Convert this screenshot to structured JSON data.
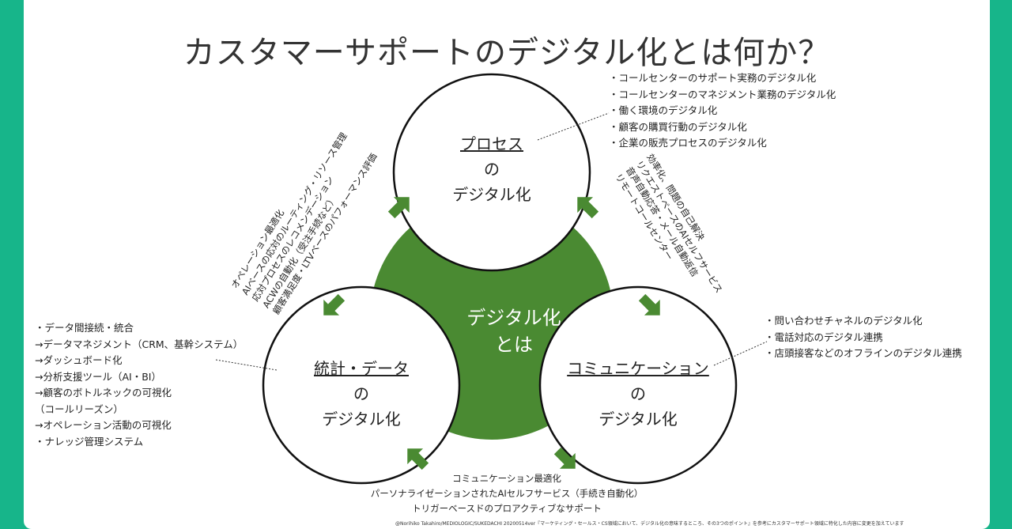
{
  "title": "カスタマーサポートのデジタル化とは何か？",
  "colors": {
    "accent_green": "#4a8a32",
    "page_bg": "#17b58a"
  },
  "center": {
    "line1": "デジタル化",
    "line2": "とは"
  },
  "circles": {
    "process": {
      "name": "プロセス",
      "no": "の",
      "suffix": "デジタル化"
    },
    "data": {
      "name": "統計・データ",
      "no": "の",
      "suffix": "デジタル化"
    },
    "communication": {
      "name": "コミュニケーション",
      "no": "の",
      "suffix": "デジタル化"
    }
  },
  "lists": {
    "process": [
      "・コールセンターのサポート実務のデジタル化",
      "・コールセンターのマネジメント業務のデジタル化",
      "・働く環境のデジタル化",
      "・顧客の購買行動のデジタル化",
      "・企業の販売プロセスのデジタル化"
    ],
    "data": [
      "・データ間接続・統合",
      "→データマネジメント（CRM、基幹システム）",
      "→ダッシュボード化",
      "→分析支援ツール（AI・BI）",
      "→顧客のボトルネックの可視化",
      "（コールリーズン）",
      "→オペレーション活動の可視化",
      "・ナレッジ管理システム"
    ],
    "communication": [
      "・問い合わせチャネルのデジタル化",
      "・電話対応のデジタル連携",
      "・店頭接客などのオフラインのデジタル連携"
    ],
    "left_diagonal": [
      "オペレーション最適化",
      "AIベースの応対のルーティング・リソース管理",
      "応対プロセスのレコメンデーション",
      "ACWの自動化（受注手続など）",
      "顧客満足度・LTVベースのパフォーマンス評価"
    ],
    "right_diagonal": [
      "効率化、問題の自己解決",
      "リクエストベースのAIセルフサービス",
      "音声自動応答・メール自動返信",
      "リモートコールセンター"
    ],
    "bottom": [
      "コミュニケーション最適化",
      "パーソナライゼーションされたAIセルフサービス（手続き自動化）",
      "トリガーベースドのプロアクティブなサポート"
    ]
  },
  "footer": "@Norihiko Takahiro/MEDIOLOGIC/SUKEDACHI 20200514ver『マーケティング・セールス・CS領域において、デジタル化の意味するところ、その3つのポイント』を参考にカスタマーサポート領域に特化した内容に変更を加えています"
}
